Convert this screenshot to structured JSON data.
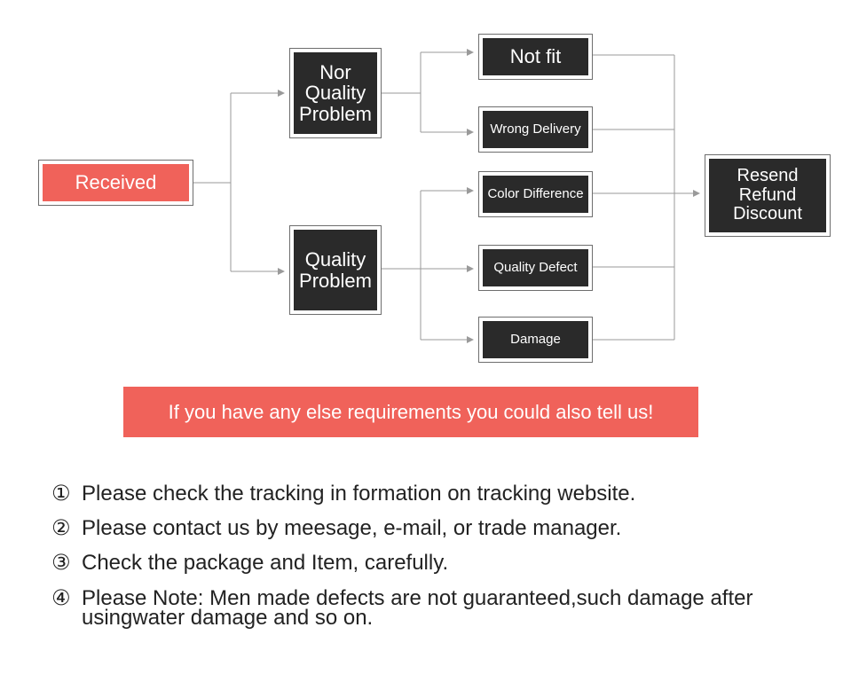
{
  "diagram": {
    "nodes": {
      "received": "Received",
      "nor_quality_problem": "Nor\nQuality\nProblem",
      "quality_problem": "Quality\nProblem",
      "not_fit": "Not fit",
      "wrong_delivery": "Wrong Delivery",
      "color_difference": "Color Difference",
      "quality_defect": "Quality Defect",
      "damage": "Damage",
      "resolution": "Resend\nRefund\nDiscount"
    },
    "colors": {
      "accent": "#f0625a",
      "node_dark": "#2a2a2a",
      "connector": "#9a9a9a"
    }
  },
  "banner": {
    "text": "If you have any else requirements you could also tell us!"
  },
  "notes": [
    {
      "marker": "①",
      "text": "Please check the tracking in formation on tracking website."
    },
    {
      "marker": "②",
      "text": "Please contact us by meesage, e-mail, or trade manager."
    },
    {
      "marker": "③",
      "text": "Check the package and Item, carefully."
    },
    {
      "marker": "④",
      "text": "Please Note: Men made defects are not guaranteed,such damage after usingwater damage and so on."
    }
  ]
}
